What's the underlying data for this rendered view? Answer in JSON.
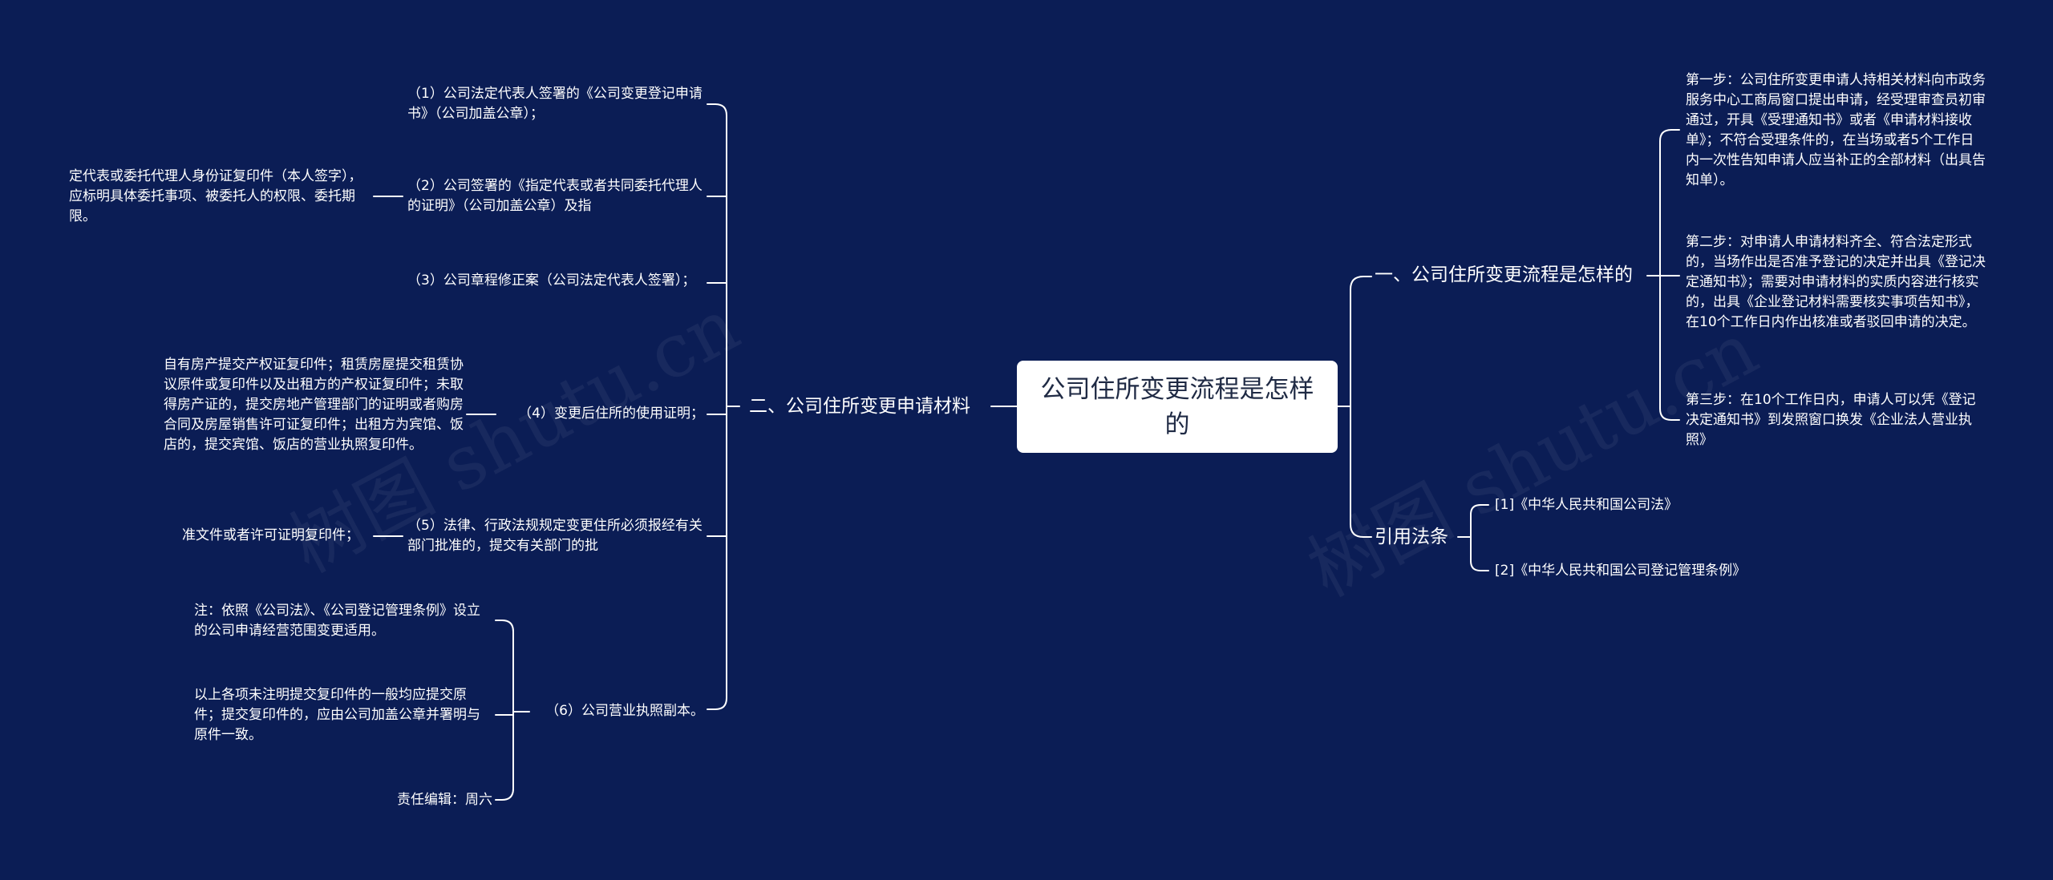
{
  "root": "公司住所变更流程是怎样的",
  "right": [
    {
      "label": "一、公司住所变更流程是怎样的",
      "children": [
        "第一步：公司住所变更申请人持相关材料向市政务服务中心工商局窗口提出申请，经受理审查员初审通过，开具《受理通知书》或者《申请材料接收单》；不符合受理条件的，在当场或者5个工作日内一次性告知申请人应当补正的全部材料（出具告知单）。",
        "第二步：对申请人申请材料齐全、符合法定形式的，当场作出是否准予登记的决定并出具《登记决定通知书》；需要对申请材料的实质内容进行核实的，出具《企业登记材料需要核实事项告知书》，在10个工作日内作出核准或者驳回申请的决定。",
        "第三步：在10个工作日内，申请人可以凭《登记决定通知书》到发照窗口换发《企业法人营业执照》"
      ]
    },
    {
      "label": "引用法条",
      "children": [
        "[1]《中华人民共和国公司法》",
        "[2]《中华人民共和国公司登记管理条例》"
      ]
    }
  ],
  "left": {
    "label": "二、公司住所变更申请材料",
    "children": [
      {
        "label": "（1）公司法定代表人签署的《公司变更登记申请书》（公司加盖公章）；"
      },
      {
        "label": "（2）公司签署的《指定代表或者共同委托代理人的证明》（公司加盖公章）及指",
        "sub": [
          "定代表或委托代理人身份证复印件（本人签字），应标明具体委托事项、被委托人的权限、委托期限。"
        ]
      },
      {
        "label": "（3）公司章程修正案（公司法定代表人签署）；"
      },
      {
        "label": "（4）变更后住所的使用证明；",
        "sub": [
          "自有房产提交产权证复印件；租赁房屋提交租赁协议原件或复印件以及出租方的产权证复印件；未取得房产证的，提交房地产管理部门的证明或者购房合同及房屋销售许可证复印件；出租方为宾馆、饭店的，提交宾馆、饭店的营业执照复印件。"
        ]
      },
      {
        "label": "（5）法律、行政法规规定变更住所必须报经有关部门批准的，提交有关部门的批",
        "sub": [
          "准文件或者许可证明复印件；"
        ]
      },
      {
        "label": "（6）公司营业执照副本。",
        "sub": [
          "注：依照《公司法》、《公司登记管理条例》设立的公司申请经营范围变更适用。",
          "以上各项未注明提交复印件的一般均应提交原件；提交复印件的，应由公司加盖公章并署明与原件一致。",
          "责任编辑：周六"
        ]
      }
    ]
  },
  "watermark": [
    "树图 shutu.cn",
    "树图 shutu.cn"
  ],
  "colors": {
    "background": "#0b1d55",
    "line": "#ffffff",
    "root_fill": "#ffffff",
    "root_text": "#1f2a44"
  }
}
